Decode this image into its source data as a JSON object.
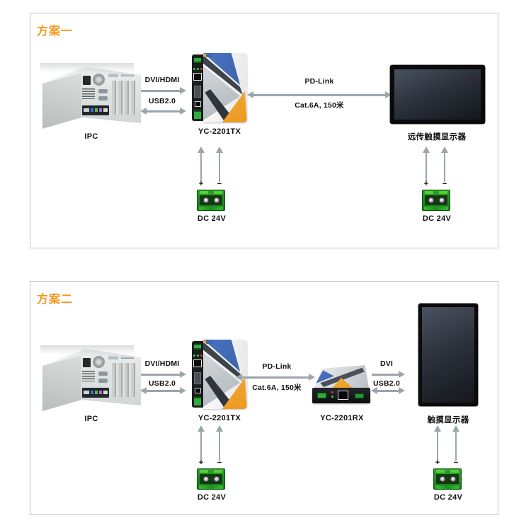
{
  "colors": {
    "accent_orange": "#F8981D",
    "arrow_gray": "#9AA6AB",
    "device_blue": "#3F68B5",
    "device_orange": "#F2A73D",
    "connector_green": "#2DA02D",
    "panel_border": "#C4C4C4"
  },
  "scheme1": {
    "title": "方案一",
    "ipc_label": "IPC",
    "tx_label": "YC-2201TX",
    "display_label": "远传触摸显示器",
    "link1_label": "DVI/HDMI",
    "link2_label": "USB2.0",
    "trunk_label": "PD-Link",
    "trunk_spec": "Cat.6A, 150米",
    "dc_tx": {
      "plus": "+",
      "minus": "−",
      "label": "DC 24V"
    },
    "dc_display": {
      "plus": "+",
      "minus": "−",
      "label": "DC 24V"
    }
  },
  "scheme2": {
    "title": "方案二",
    "ipc_label": "IPC",
    "tx_label": "YC-2201TX",
    "rx_label": "YC-2201RX",
    "display_label": "触摸显示器",
    "link1_label": "DVI/HDMI",
    "link2_label": "USB2.0",
    "trunk_label": "PD-Link",
    "trunk_spec": "Cat.6A, 150米",
    "link3_label": "DVI",
    "link4_label": "USB2.0",
    "dc_tx": {
      "plus": "+",
      "minus": "−",
      "label": "DC 24V"
    },
    "dc_display": {
      "plus": "+",
      "minus": "−",
      "label": "DC 24V"
    }
  }
}
